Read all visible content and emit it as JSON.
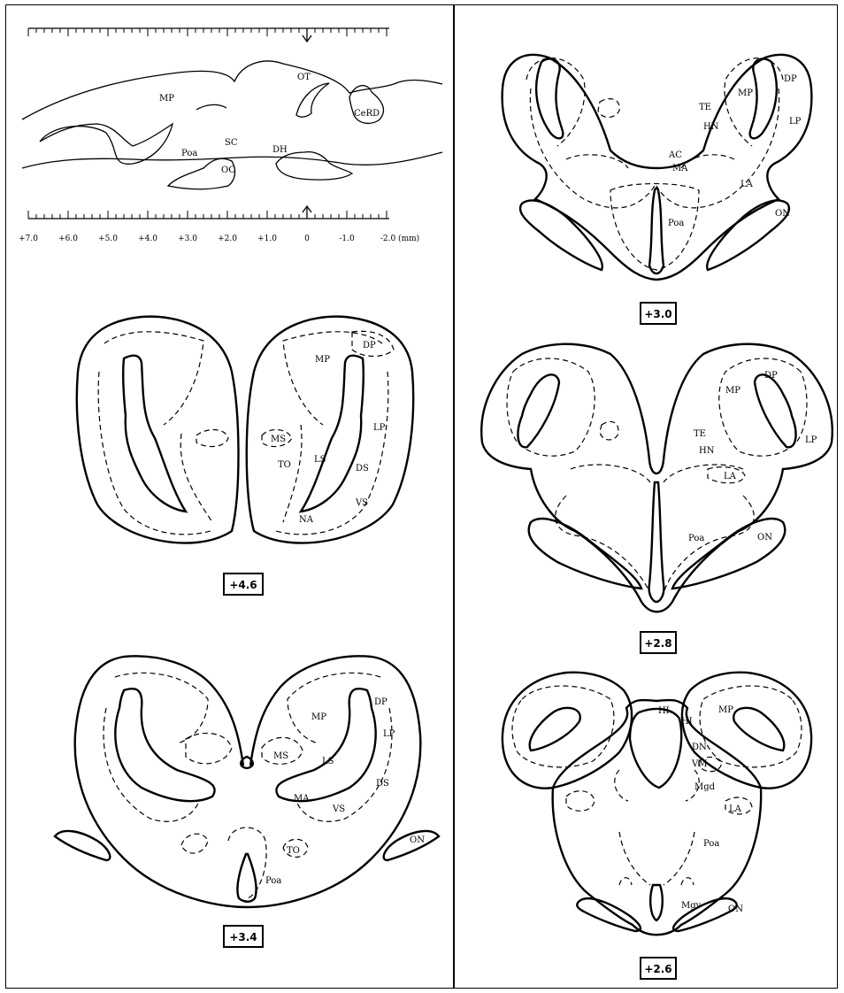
{
  "scale": {
    "ticks": [
      "+7.0",
      "+6.0",
      "+5.0",
      "+4.0",
      "+3.0",
      "+2.0",
      "+1.0",
      "0",
      "-1.0",
      "-2.0 (mm)"
    ]
  },
  "sagittal": {
    "labels": [
      "MP",
      "OT",
      "Poa",
      "SC",
      "OC",
      "DH",
      "CeRD"
    ]
  },
  "sections": [
    {
      "coord": "+4.6",
      "labels": [
        "MP",
        "DP",
        "LP",
        "MS",
        "TO",
        "LS",
        "DS",
        "VS",
        "NA"
      ]
    },
    {
      "coord": "+3.4",
      "labels": [
        "MP",
        "DP",
        "LP",
        "MS",
        "LS",
        "DS",
        "MA",
        "VS",
        "ON",
        "TO",
        "Poa"
      ]
    },
    {
      "coord": "+3.0",
      "labels": [
        "DP",
        "MP",
        "TE",
        "HN",
        "LP",
        "AC",
        "MA",
        "LA",
        "ON",
        "Poa"
      ]
    },
    {
      "coord": "+2.8",
      "labels": [
        "DP",
        "MP",
        "TE",
        "HN",
        "LP",
        "LA",
        "ON",
        "Poa"
      ]
    },
    {
      "coord": "+2.6",
      "labels": [
        "MP",
        "HI",
        "DN",
        "VM",
        "Mgd",
        "LA",
        "Poa",
        "Mgv",
        "ON"
      ]
    }
  ]
}
